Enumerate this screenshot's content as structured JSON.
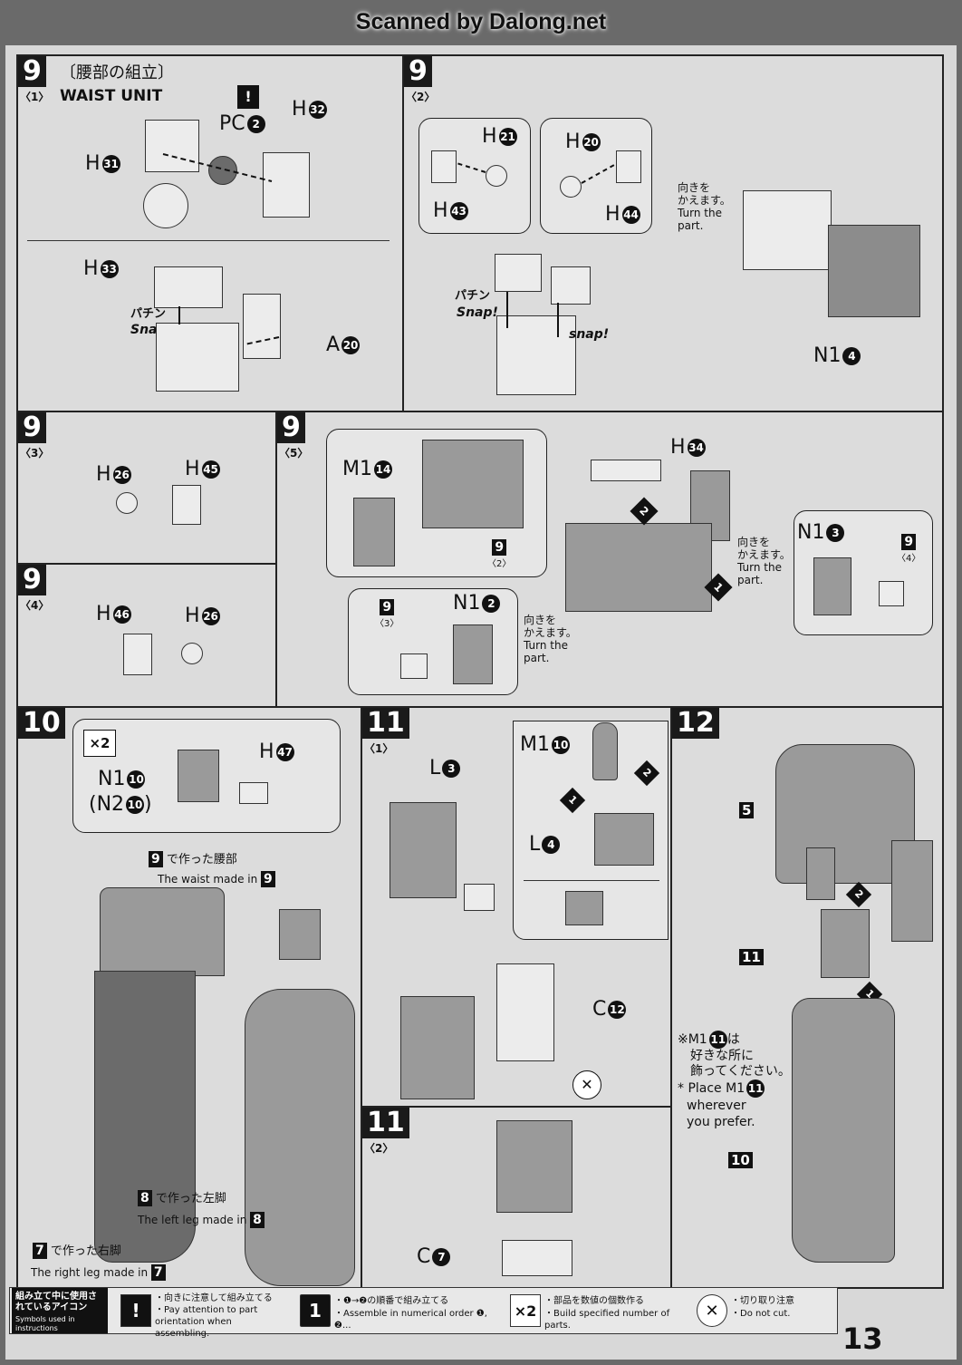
{
  "banner": "Scanned by Dalong.net",
  "page_number": "13",
  "s9_1": {
    "step": "9",
    "sub": "〈1〉",
    "title_jp": "〔腰部の組立〕",
    "title_en": "WAIST UNIT",
    "pc": "PC",
    "pc_n": "2",
    "h31": "H",
    "h31_n": "31",
    "h32": "H",
    "h32_n": "32",
    "h33": "H",
    "h33_n": "33",
    "a20": "A",
    "a20_n": "20",
    "snap": "Snap!",
    "pachin": "パチン"
  },
  "s9_2": {
    "step": "9",
    "sub": "〈2〉",
    "h21": "H",
    "h21_n": "21",
    "h20": "H",
    "h20_n": "20",
    "h43": "H",
    "h43_n": "43",
    "h44": "H",
    "h44_n": "44",
    "snap": "Snap!",
    "snap2": "snap!",
    "pachin": "パチン"
  },
  "s9_top_right": {
    "turn_jp": "向きを\nかえます。",
    "turn_en": "Turn the\npart.",
    "n1": "N1",
    "n1_n": "4"
  },
  "s9_3": {
    "step": "9",
    "sub": "〈3〉",
    "h26": "H",
    "h26_n": "26",
    "h45": "H",
    "h45_n": "45"
  },
  "s9_4": {
    "step": "9",
    "sub": "〈4〉",
    "h46": "H",
    "h46_n": "46",
    "h26": "H",
    "h26_n": "26"
  },
  "s9_5": {
    "step": "9",
    "sub": "〈5〉",
    "m1": "M1",
    "m1_n": "14",
    "h34": "H",
    "h34_n": "34",
    "n1a": "N1",
    "n1a_n": "3",
    "n1b": "N1",
    "n1b_n": "2",
    "ref2": "9",
    "ref2_sub": "〈2〉",
    "ref3": "9",
    "ref3_sub": "〈3〉",
    "ref4": "9",
    "ref4_sub": "〈4〉",
    "turn_jp": "向きを\nかえます。",
    "turn_en": "Turn the\npart.",
    "num1": "1",
    "num2": "2"
  },
  "s10": {
    "step": "10",
    "x2": "×2",
    "n1": "N1",
    "n1_n": "10",
    "n2": "(N2",
    "n2_n": "10",
    "n2_close": ")",
    "h47": "H",
    "h47_n": "47",
    "waist_jp": "で作った腰部",
    "waist_en": "The waist made in",
    "waist_ref": "9",
    "left_jp": "で作った左脚",
    "left_en": "The left leg made in",
    "left_ref": "8",
    "right_jp": "で作った右脚",
    "right_en": "The right leg made in",
    "right_ref": "7"
  },
  "s11_1": {
    "step": "11",
    "sub": "〈1〉",
    "l3": "L",
    "l3_n": "3",
    "l4": "L",
    "l4_n": "4",
    "m1": "M1",
    "m1_n": "10",
    "c12": "C",
    "c12_n": "12",
    "num1": "1",
    "num2": "2"
  },
  "s11_2": {
    "step": "11",
    "sub": "〈2〉",
    "c7": "C",
    "c7_n": "7"
  },
  "s12": {
    "step": "12",
    "ref5": "5",
    "ref11": "11",
    "ref10": "10",
    "note_jp_1": "※M1",
    "note_jp_n": "11",
    "note_jp_2": "は",
    "note_jp_3": "好きな所に",
    "note_jp_4": "飾ってください。",
    "note_en_1": "* Place M1",
    "note_en_n": "11",
    "note_en_2": "wherever",
    "note_en_3": "you prefer.",
    "num1": "1",
    "num2": "2"
  },
  "footer": {
    "head_jp": "組み立て中に使用されているアイコン",
    "head_en": "Symbols used in instructions",
    "i1_icon": "!",
    "i1_jp": "・向きに注意して組み立てる",
    "i1_en": "・Pay attention to part orientation when assembling.",
    "i2_icon": "1",
    "i2_jp": "・❶→❷の順番で組み立てる",
    "i2_en": "・Assemble in numerical order ❶, ❷...",
    "i3_icon": "×2",
    "i3_jp": "・部品を数値の個数作る",
    "i3_en": "・Build specified number of parts.",
    "i4_jp": "・切り取り注意",
    "i4_en": "・Do not cut."
  }
}
